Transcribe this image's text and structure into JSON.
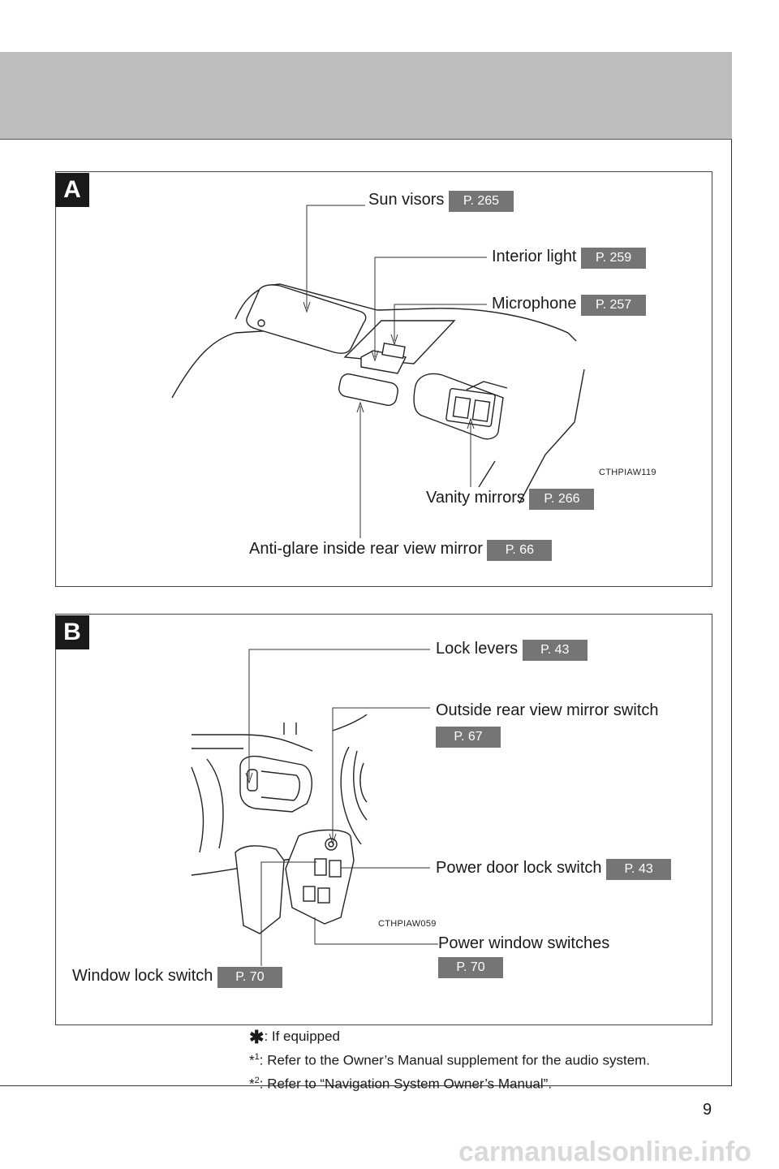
{
  "sections": {
    "a": {
      "badge": "A",
      "illustration_code": "CTHPIAW119",
      "callouts": [
        {
          "label": "Sun visors",
          "ref": "P. 265"
        },
        {
          "label": "Interior light",
          "ref": "P. 259"
        },
        {
          "label": "Microphone",
          "ref": "P. 257"
        },
        {
          "label": "Vanity mirrors",
          "ref": "P. 266"
        },
        {
          "label": "Anti-glare inside rear view mirror",
          "ref": "P. 66"
        }
      ]
    },
    "b": {
      "badge": "B",
      "illustration_code": "CTHPIAW059",
      "callouts": [
        {
          "label": "Lock levers",
          "ref": "P. 43"
        },
        {
          "label": "Outside rear view mirror switch",
          "ref": "P. 67"
        },
        {
          "label": "Power door lock switch",
          "ref": "P. 43"
        },
        {
          "label": "Power window switches",
          "ref": "P. 70"
        },
        {
          "label": "Window lock switch",
          "ref": "P. 70"
        }
      ]
    }
  },
  "footnotes": {
    "equipped": {
      "mark": "✱",
      "text": ": If equipped"
    },
    "note1": {
      "mark": "*",
      "sup": "1",
      "text": ": Refer to the Owner’s Manual supplement for the audio system."
    },
    "note2": {
      "mark": "*",
      "sup": "2",
      "text": ": Refer to “Navigation System Owner’s Manual”."
    }
  },
  "page_number": "9",
  "watermark": "carmanualsonline.info",
  "colors": {
    "header_band": "#bdbdbd",
    "page_ref_tag": "#757575",
    "badge": "#1a1a1a"
  }
}
